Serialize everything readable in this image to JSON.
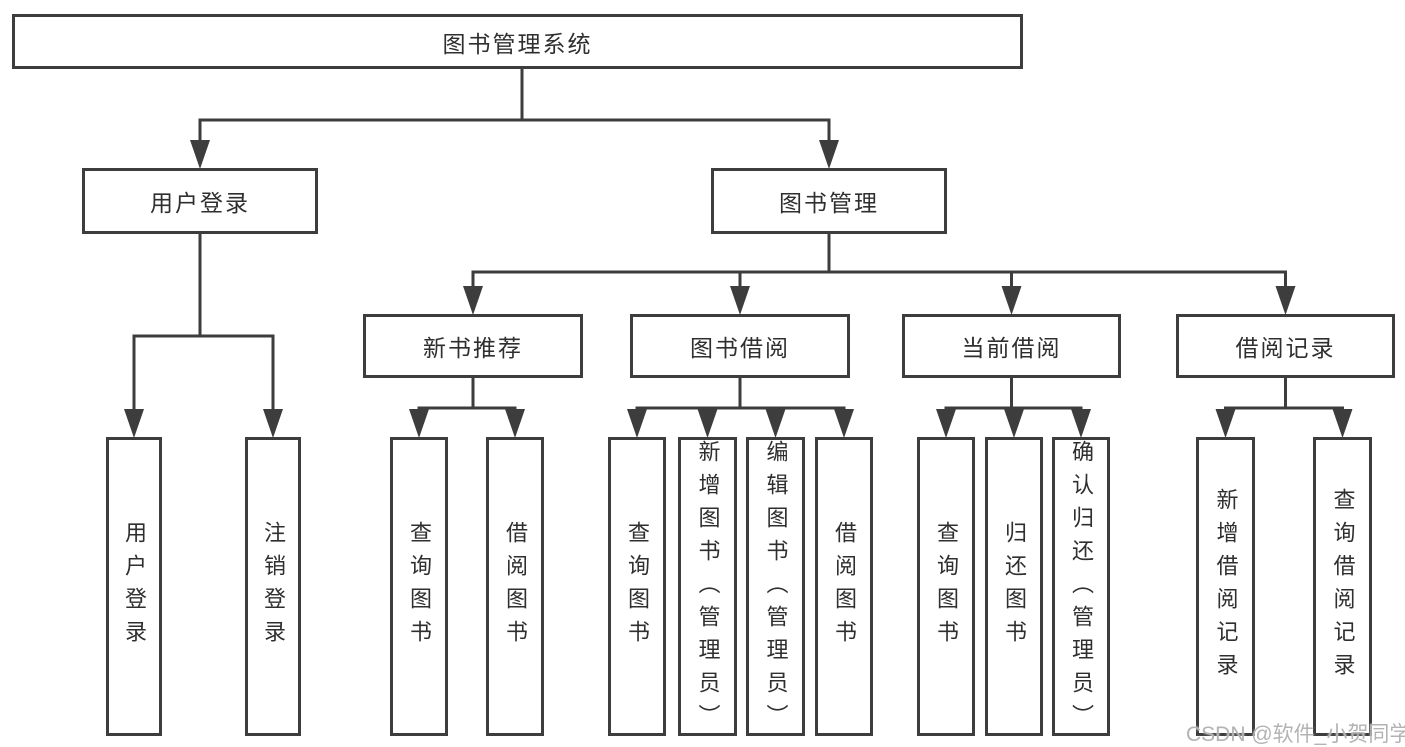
{
  "diagram": {
    "type": "hierarchy-chart",
    "colors": {
      "line": "#3d3d3d",
      "box_border": "#3d3d3d",
      "box_fill": "#ffffff",
      "text": "#2f2f2f",
      "watermark": "#b3b3b3"
    },
    "watermark": "CSDN @软件_小贺同学",
    "tree": {
      "label": "图书管理系统",
      "children": [
        {
          "label": "用户登录",
          "children": [
            {
              "label": "用户登录"
            },
            {
              "label": "注销登录"
            }
          ]
        },
        {
          "label": "图书管理",
          "children": [
            {
              "label": "新书推荐",
              "children": [
                {
                  "label": "查询图书"
                },
                {
                  "label": "借阅图书"
                }
              ]
            },
            {
              "label": "图书借阅",
              "children": [
                {
                  "label": "查询图书"
                },
                {
                  "label": "新增图书（管理员）"
                },
                {
                  "label": "编辑图书（管理员）"
                },
                {
                  "label": "借阅图书"
                }
              ]
            },
            {
              "label": "当前借阅",
              "children": [
                {
                  "label": "查询图书"
                },
                {
                  "label": "归还图书"
                },
                {
                  "label": "确认归还（管理员）"
                }
              ]
            },
            {
              "label": "借阅记录",
              "children": [
                {
                  "label": "新增借阅记录"
                },
                {
                  "label": "查询借阅记录"
                }
              ]
            }
          ]
        }
      ]
    }
  }
}
